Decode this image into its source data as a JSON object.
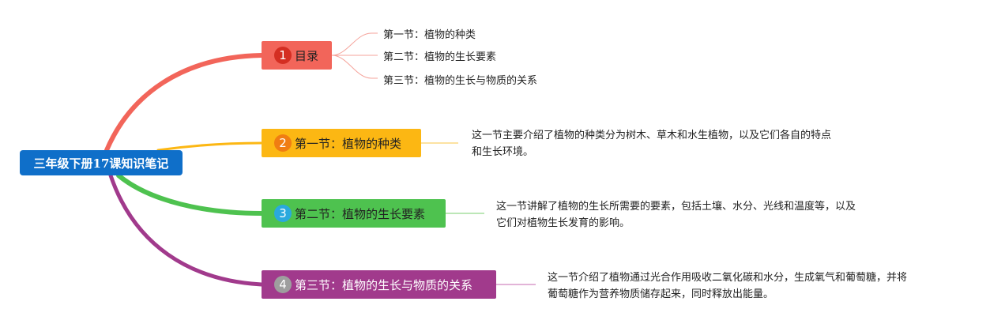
{
  "root": {
    "title": "三年级下册17课知识笔记"
  },
  "branches": [
    {
      "number": "1",
      "label": "目录",
      "color": "#f2655a",
      "children": [
        "第一节：植物的种类",
        "第二节：植物的生长要素",
        "第三节：植物的生长与物质的关系"
      ]
    },
    {
      "number": "2",
      "label": "第一节：植物的种类",
      "color": "#fcb713",
      "note": [
        "这一节主要介绍了植物的种类分为树木、草木和水生植物，以及它们各自的特点",
        "和生长环境。"
      ]
    },
    {
      "number": "3",
      "label": "第二节：植物的生长要素",
      "color": "#4ec24f",
      "note": [
        "这一节讲解了植物的生长所需要的要素，包括土壤、水分、光线和温度等，以及",
        "它们对植物生长发育的影响。"
      ]
    },
    {
      "number": "4",
      "label": "第三节：植物的生长与物质的关系",
      "color": "#a13a8c",
      "note": [
        "这一节介绍了植物通过光合作用吸收二氧化碳和水分，生成氧气和葡萄糖，并将",
        "葡萄糖作为营养物质储存起来，同时释放出能量。"
      ]
    }
  ]
}
